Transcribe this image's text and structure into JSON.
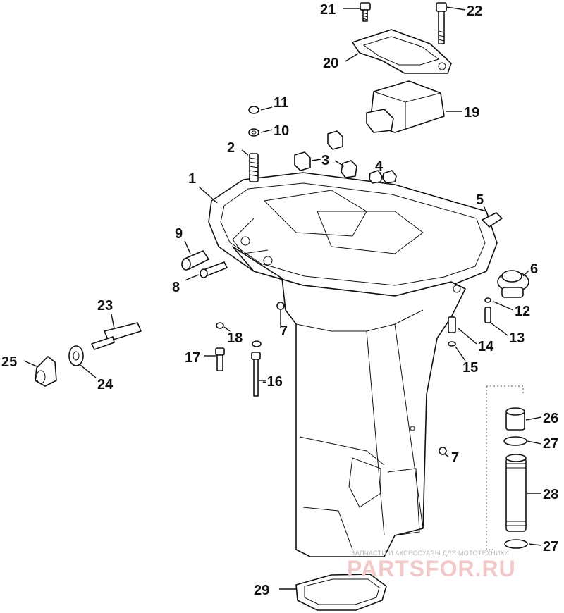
{
  "callouts": [
    {
      "label": "1"
    },
    {
      "label": "2"
    },
    {
      "label": "3"
    },
    {
      "label": "4"
    },
    {
      "label": "5"
    },
    {
      "label": "6"
    },
    {
      "label": "7"
    },
    {
      "label": "7"
    },
    {
      "label": "8"
    },
    {
      "label": "9"
    },
    {
      "label": "10"
    },
    {
      "label": "11"
    },
    {
      "label": "12"
    },
    {
      "label": "13"
    },
    {
      "label": "14"
    },
    {
      "label": "15"
    },
    {
      "label": "-16"
    },
    {
      "label": "17"
    },
    {
      "label": "18"
    },
    {
      "label": "19"
    },
    {
      "label": "20"
    },
    {
      "label": "21"
    },
    {
      "label": "22"
    },
    {
      "label": "23"
    },
    {
      "label": "24"
    },
    {
      "label": "25"
    },
    {
      "label": "26"
    },
    {
      "label": "27"
    },
    {
      "label": "27"
    },
    {
      "label": "28"
    },
    {
      "label": "29"
    }
  ],
  "watermark": {
    "caption": "ЗАПЧАСТИ И АКСЕССУАРЫ ДЛЯ МОТОТЕХНИКИ",
    "brand": "PARTSFOR.RU"
  }
}
